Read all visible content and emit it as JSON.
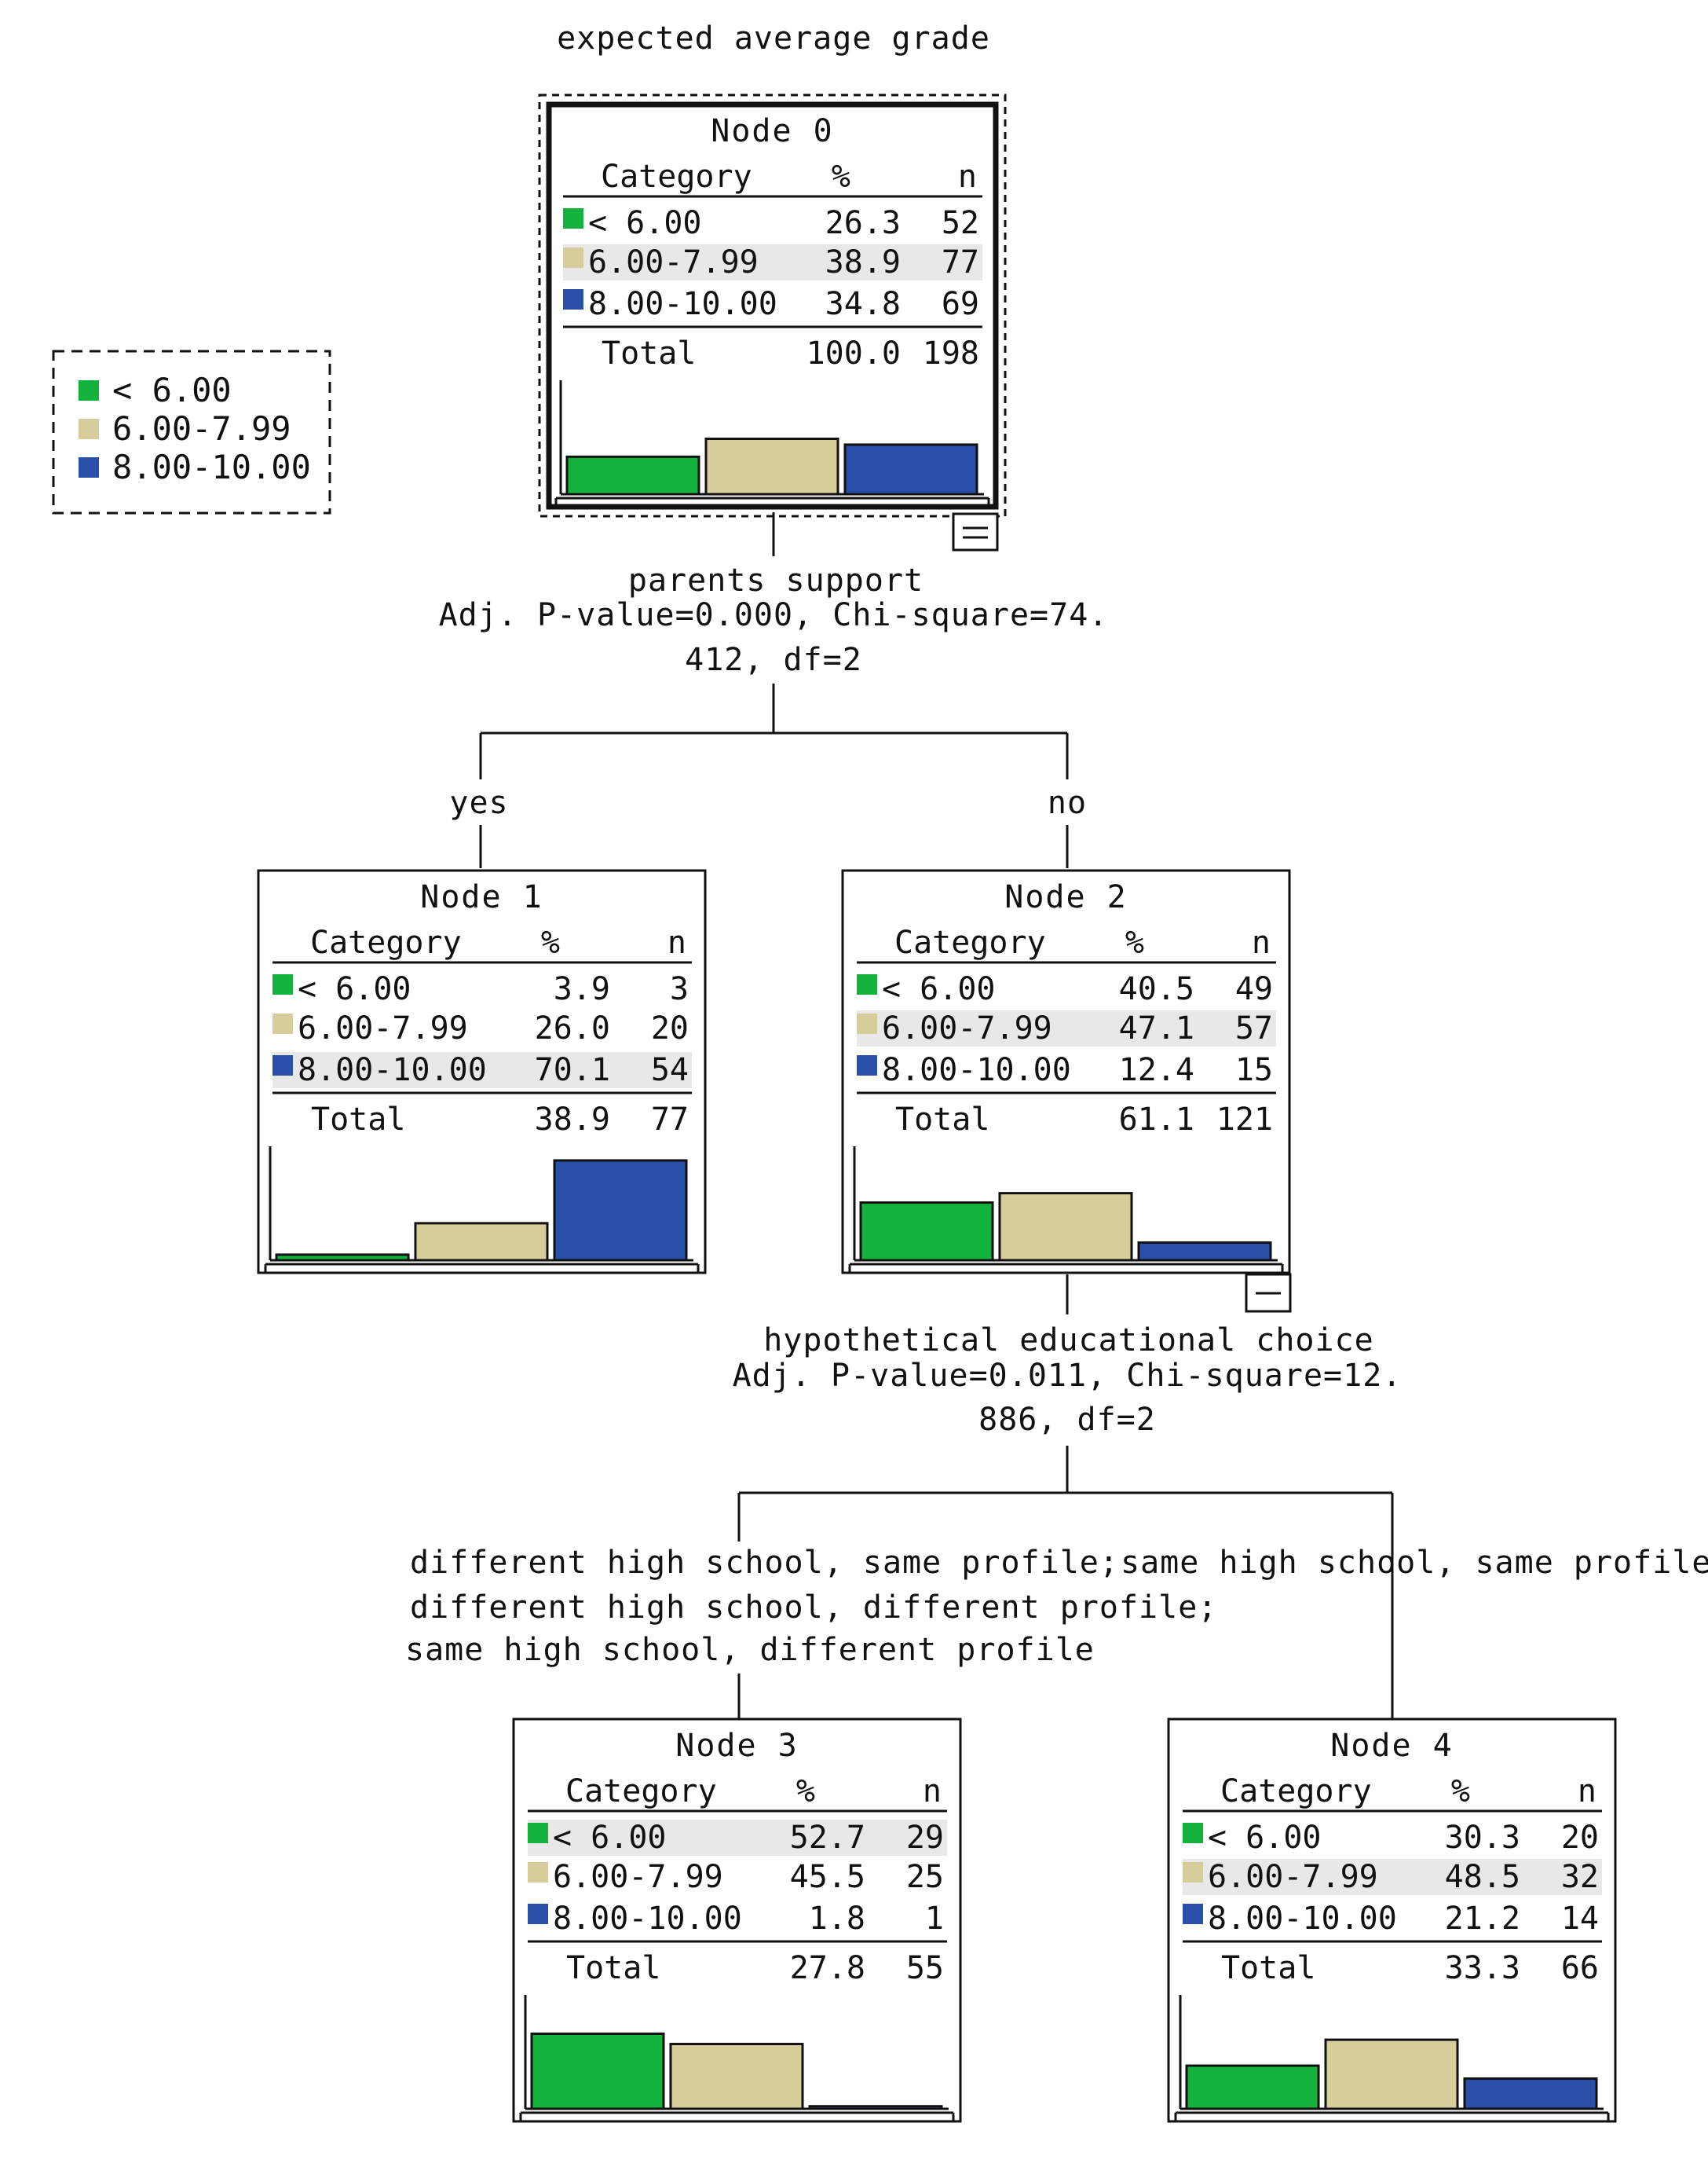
{
  "tree_title": "expected average grade",
  "colors": {
    "lt6": "#12b23c",
    "mid": "#d6cd9b",
    "high": "#2a4fa8",
    "highlight": "#e8e8e8"
  },
  "legend": {
    "items": [
      {
        "label": "< 6.00",
        "color": "#12b23c"
      },
      {
        "label": "6.00-7.99",
        "color": "#d6cd9b"
      },
      {
        "label": "8.00-10.00",
        "color": "#2a4fa8"
      }
    ]
  },
  "splits": [
    {
      "variable": "parents support",
      "stat_line1": "Adj. P-value=0.000, Chi-square=74.",
      "stat_line2": "412, df=2"
    },
    {
      "variable": "hypothetical educational choice",
      "stat_line1": "Adj. P-value=0.011, Chi-square=12.",
      "stat_line2": "886, df=2"
    }
  ],
  "branches": {
    "yes": "yes",
    "no": "no",
    "left_line1": "different high school, same profile;",
    "left_line2": "different high school, different profile;",
    "left_line3": "same high school, different profile",
    "right": "same high school, same profile"
  },
  "nodes": [
    {
      "title": "Node 0",
      "headers": [
        "Category",
        "%",
        "n"
      ],
      "rows": [
        {
          "category": "< 6.00",
          "pct": "26.3",
          "n": "52"
        },
        {
          "category": "6.00-7.99",
          "pct": "38.9",
          "n": "77"
        },
        {
          "category": "8.00-10.00",
          "pct": "34.8",
          "n": "69"
        }
      ],
      "total_label": "Total",
      "total_pct": "100.0",
      "total_n": "198",
      "bars": [
        26.3,
        38.9,
        34.8
      ],
      "highlight_row": 1,
      "selected": true
    },
    {
      "title": "Node 1",
      "headers": [
        "Category",
        "%",
        "n"
      ],
      "rows": [
        {
          "category": "< 6.00",
          "pct": "3.9",
          "n": "3"
        },
        {
          "category": "6.00-7.99",
          "pct": "26.0",
          "n": "20"
        },
        {
          "category": "8.00-10.00",
          "pct": "70.1",
          "n": "54"
        }
      ],
      "total_label": "Total",
      "total_pct": "38.9",
      "total_n": "77",
      "bars": [
        3.9,
        26.0,
        70.1
      ],
      "highlight_row": 2
    },
    {
      "title": "Node 2",
      "headers": [
        "Category",
        "%",
        "n"
      ],
      "rows": [
        {
          "category": "< 6.00",
          "pct": "40.5",
          "n": "49"
        },
        {
          "category": "6.00-7.99",
          "pct": "47.1",
          "n": "57"
        },
        {
          "category": "8.00-10.00",
          "pct": "12.4",
          "n": "15"
        }
      ],
      "total_label": "Total",
      "total_pct": "61.1",
      "total_n": "121",
      "bars": [
        40.5,
        47.1,
        12.4
      ],
      "highlight_row": 1
    },
    {
      "title": "Node 3",
      "headers": [
        "Category",
        "%",
        "n"
      ],
      "rows": [
        {
          "category": "< 6.00",
          "pct": "52.7",
          "n": "29"
        },
        {
          "category": "6.00-7.99",
          "pct": "45.5",
          "n": "25"
        },
        {
          "category": "8.00-10.00",
          "pct": "1.8",
          "n": "1"
        }
      ],
      "total_label": "Total",
      "total_pct": "27.8",
      "total_n": "55",
      "bars": [
        52.7,
        45.5,
        1.8
      ],
      "highlight_row": 0
    },
    {
      "title": "Node 4",
      "headers": [
        "Category",
        "%",
        "n"
      ],
      "rows": [
        {
          "category": "< 6.00",
          "pct": "30.3",
          "n": "20"
        },
        {
          "category": "6.00-7.99",
          "pct": "48.5",
          "n": "32"
        },
        {
          "category": "8.00-10.00",
          "pct": "21.2",
          "n": "14"
        }
      ],
      "total_label": "Total",
      "total_pct": "33.3",
      "total_n": "66",
      "bars": [
        30.3,
        48.5,
        21.2
      ],
      "highlight_row": 1
    }
  ]
}
